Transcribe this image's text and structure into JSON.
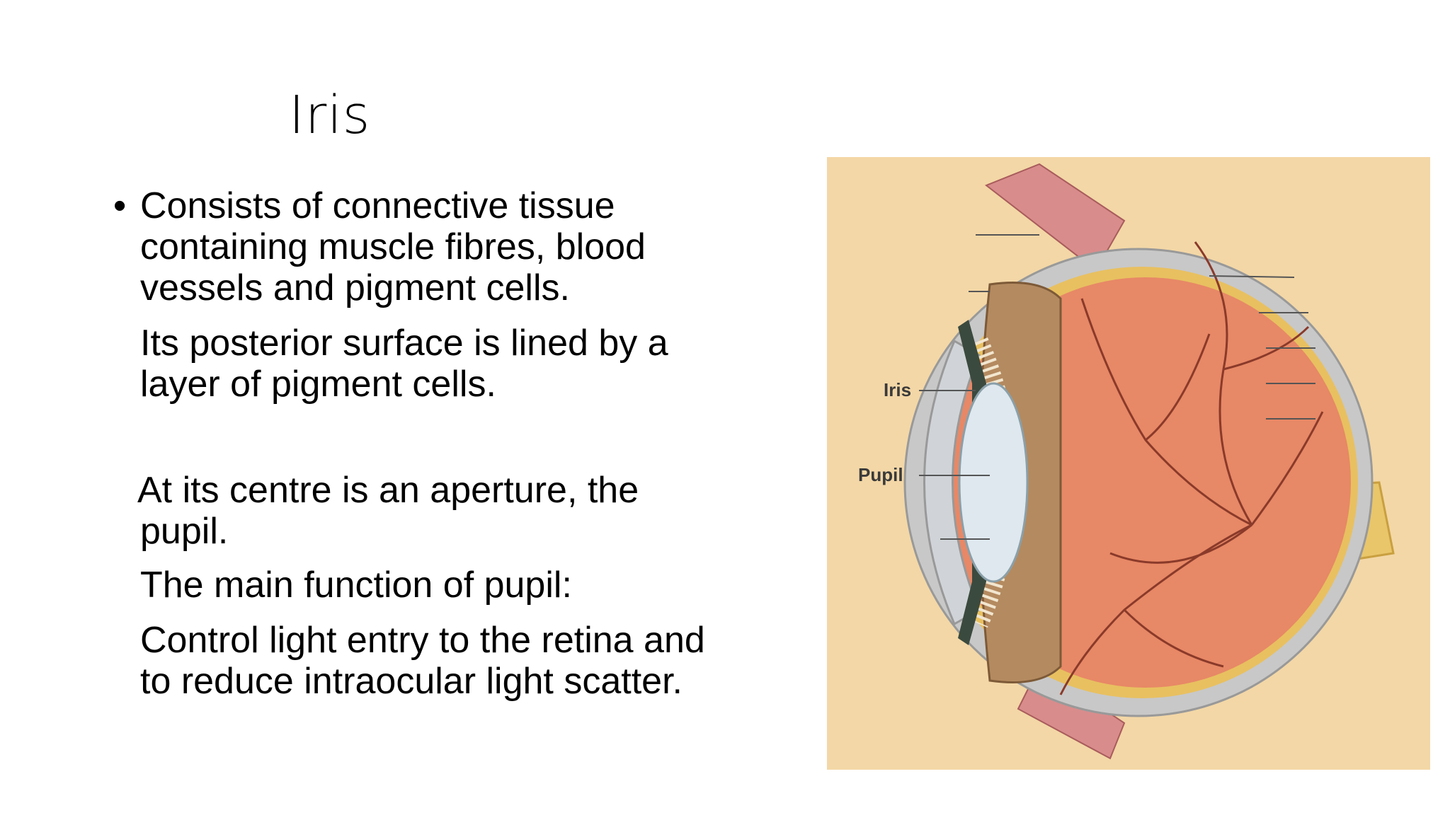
{
  "slide": {
    "title": "Iris",
    "bullet_symbol": "•",
    "paragraphs": {
      "p1": [
        "Consists of connective tissue",
        "containing muscle fibres, blood",
        "vessels and pigment cells."
      ],
      "p2": [
        "Its posterior surface is lined by a",
        "layer of pigment cells."
      ],
      "p3": [
        "At its centre is an aperture, the",
        "pupil."
      ],
      "p4": [
        "The main function of pupil:"
      ],
      "p5": [
        "Control light entry to the retina and",
        "to  reduce intraocular light scatter."
      ]
    }
  },
  "figure": {
    "labels": {
      "iris": "Iris",
      "pupil": "Pupil"
    },
    "colors": {
      "background": "#f3d7a6",
      "sclera": "#c8c8c8",
      "retina": "#e78866",
      "vessel": "#8a3a2a",
      "ciliary": "#b48a60",
      "lens": "#dfe8ee",
      "muscle": "#d98c8c",
      "nerve": "#e9c66a"
    }
  }
}
